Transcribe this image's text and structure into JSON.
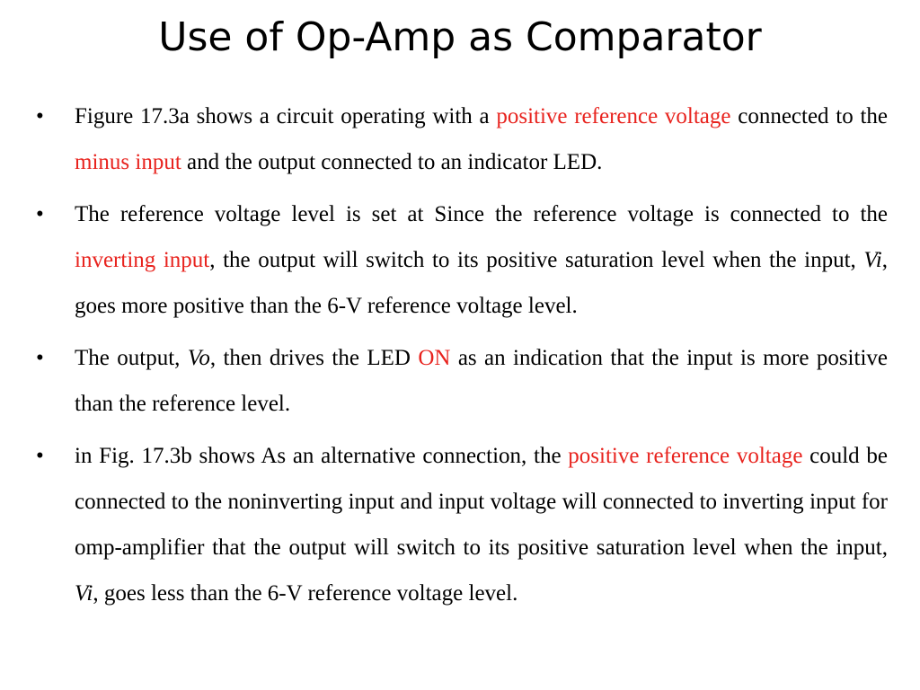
{
  "slide": {
    "title": "Use of Op-Amp as Comparator",
    "bullet_symbol": "•",
    "highlight_color": "#e8231e",
    "bullets": [
      {
        "parts": [
          {
            "text": "Figure 17.3a shows a circuit operating with a ",
            "style": "normal"
          },
          {
            "text": "positive reference voltage",
            "style": "highlight"
          },
          {
            "text": " connected to the ",
            "style": "normal"
          },
          {
            "text": "minus input",
            "style": "highlight"
          },
          {
            "text": " and the output connected to an indicator LED.",
            "style": "normal"
          }
        ]
      },
      {
        "parts": [
          {
            "text": " The reference voltage level is set at Since the reference voltage is connected to the ",
            "style": "normal"
          },
          {
            "text": "inverting input",
            "style": "highlight"
          },
          {
            "text": ", the output will switch to its positive saturation level when the input, ",
            "style": "normal"
          },
          {
            "text": "Vi",
            "style": "italic"
          },
          {
            "text": ", goes more positive than the 6-V reference voltage level.",
            "style": "normal"
          }
        ]
      },
      {
        "parts": [
          {
            "text": "The output, ",
            "style": "normal"
          },
          {
            "text": "Vo",
            "style": "italic"
          },
          {
            "text": ", then drives the LED ",
            "style": "normal"
          },
          {
            "text": "ON",
            "style": "highlight"
          },
          {
            "text": " as an indication that the input is more positive than the reference level.",
            "style": "normal"
          }
        ]
      },
      {
        "parts": [
          {
            "text": "in Fig. 17.3b shows As an alternative connection, the ",
            "style": "normal"
          },
          {
            "text": "positive reference voltage",
            "style": "highlight"
          },
          {
            "text": " could be connected to the noninverting input and input voltage will connected to inverting input for omp-amplifier that the output will switch to its positive saturation level when the input, ",
            "style": "normal"
          },
          {
            "text": "Vi",
            "style": "italic"
          },
          {
            "text": ", goes less than the 6-V reference voltage level.",
            "style": "normal"
          }
        ]
      }
    ]
  }
}
